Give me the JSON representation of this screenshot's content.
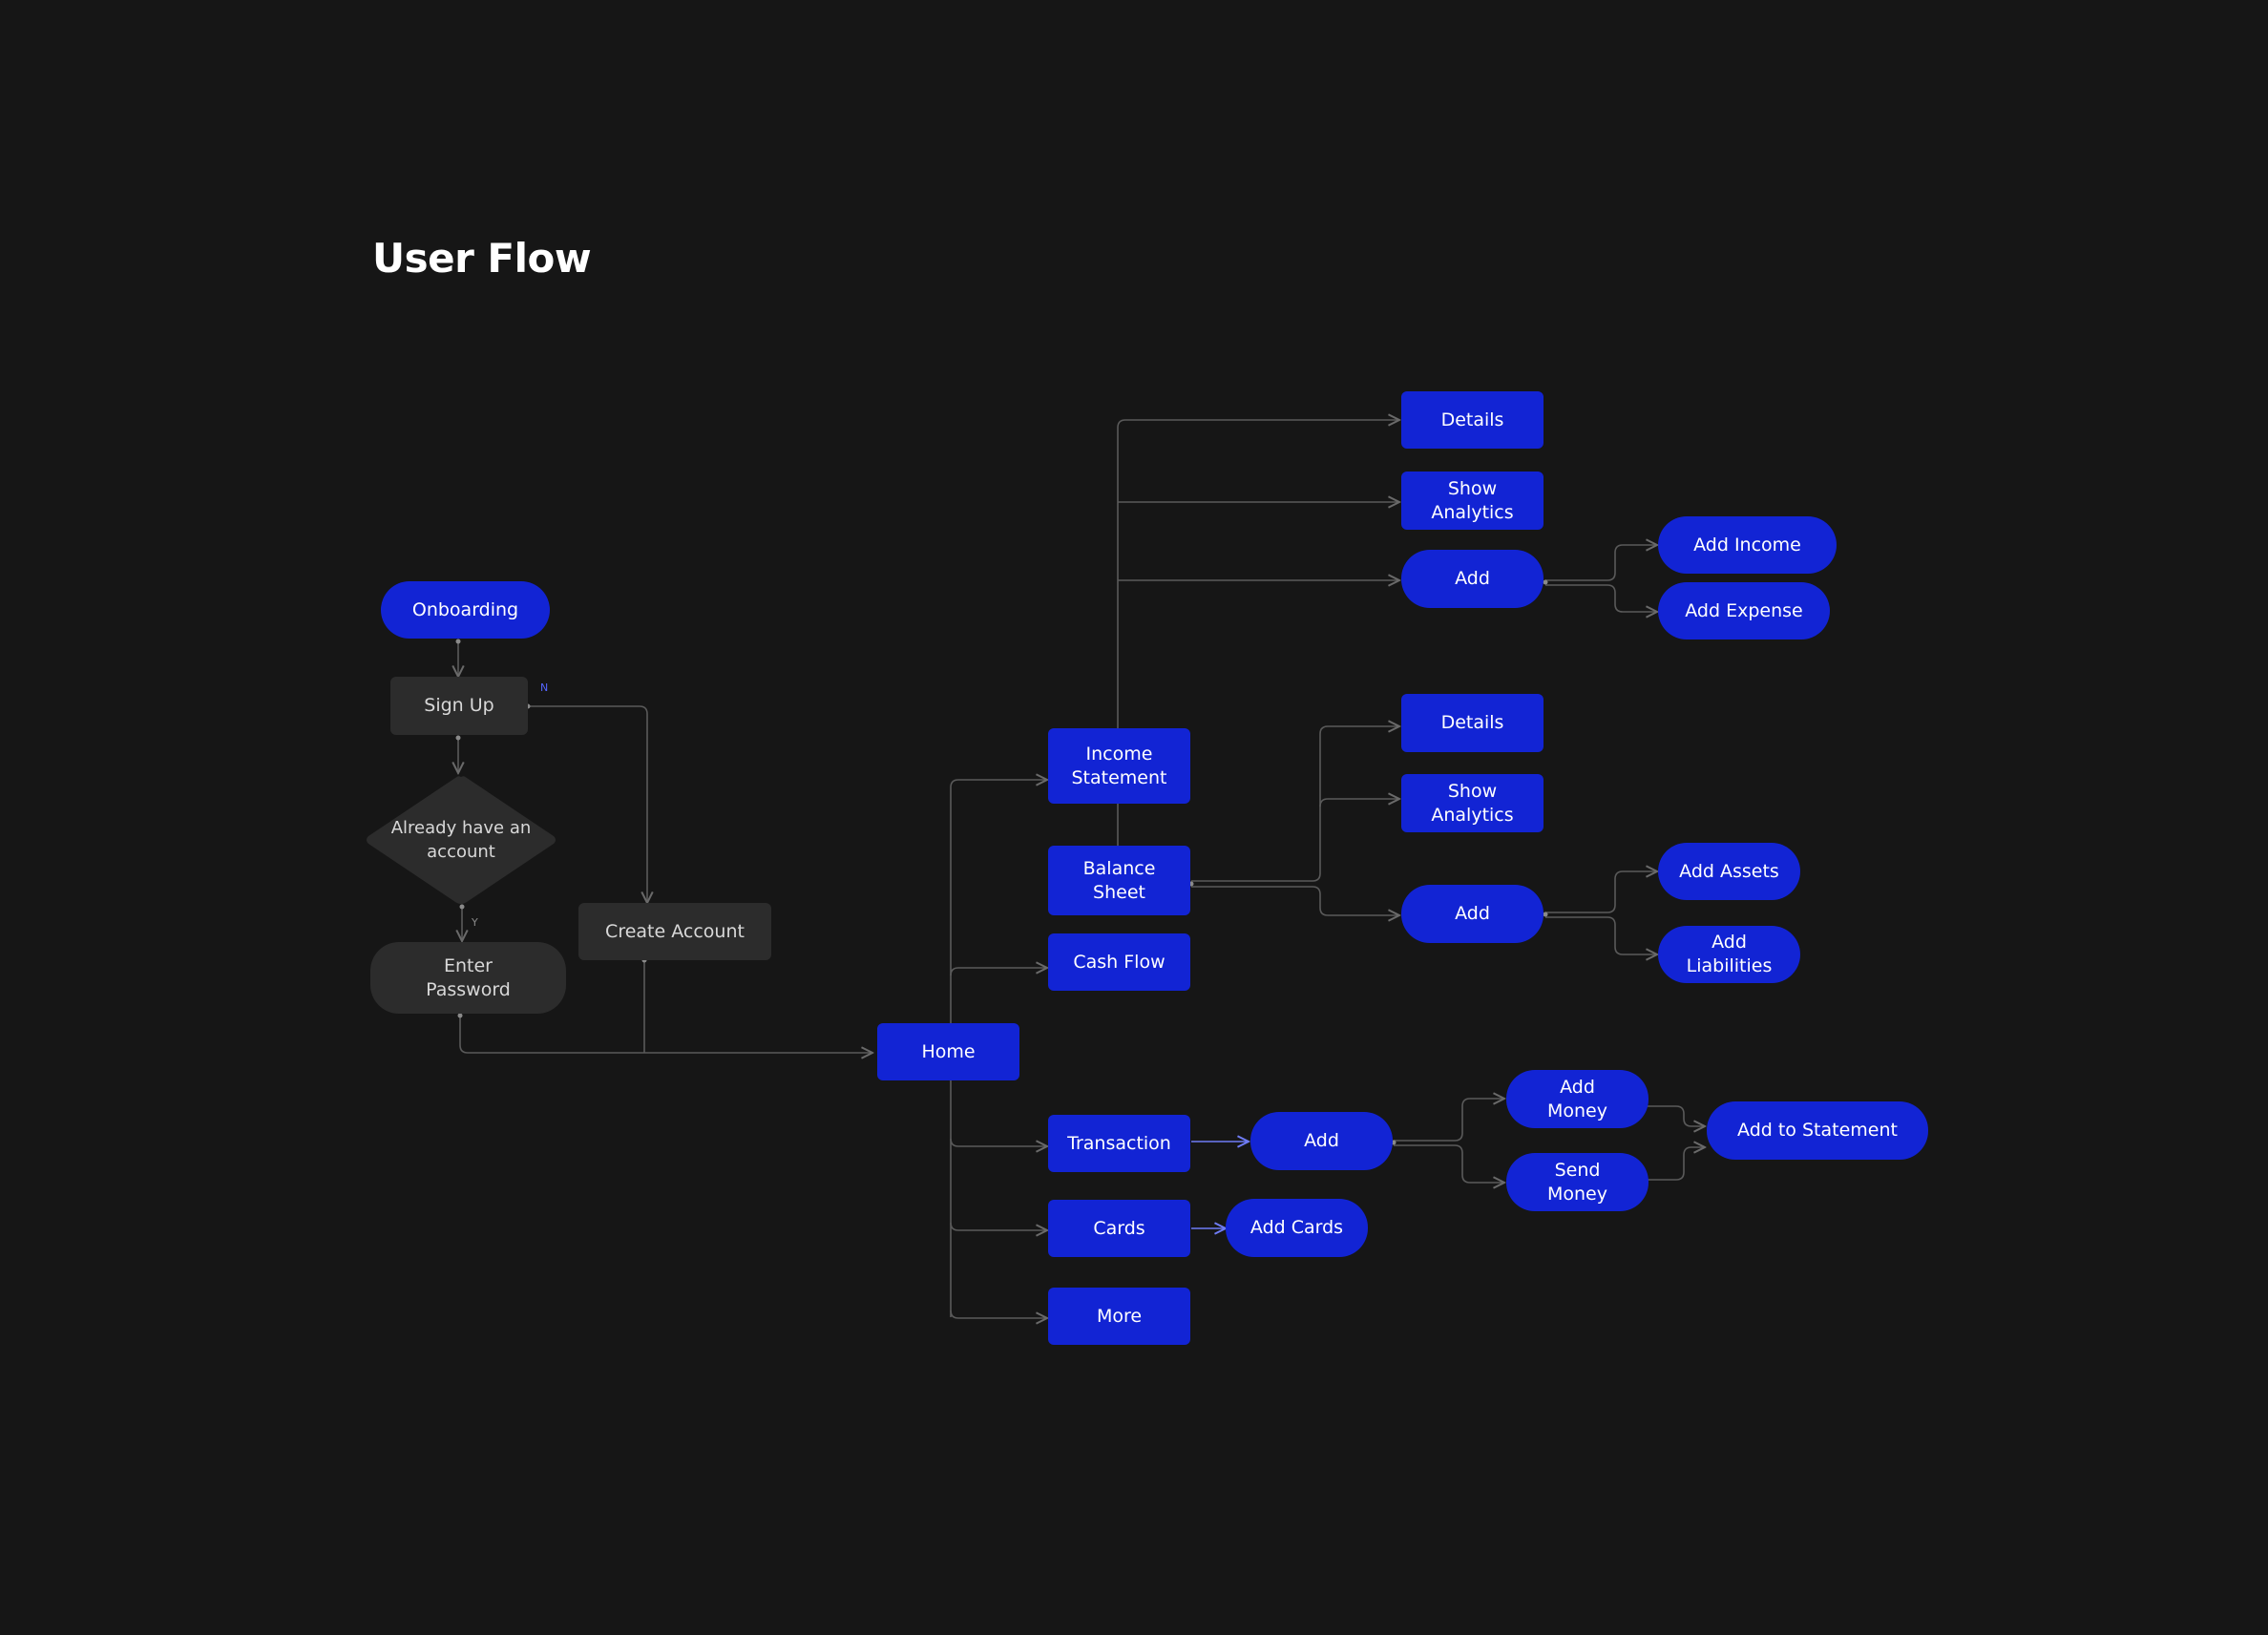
{
  "title": "User Flow",
  "colors": {
    "background": "#161616",
    "node_blue": "#1224d4",
    "node_dark": "#2c2c2c",
    "connector": "#5a5a5a",
    "connector_blue": "#6f7cf5",
    "tag_color": "#5566ff"
  },
  "branch_labels": {
    "no": "N",
    "yes": "Y"
  },
  "nodes": {
    "onboarding": "Onboarding",
    "sign_up": "Sign Up",
    "already_have_account": "Already have an\naccount",
    "enter_password": "Enter\nPassword",
    "create_account": "Create Account",
    "home": "Home",
    "income_statement": "Income\nStatement",
    "balance_sheet": "Balance\nSheet",
    "cash_flow": "Cash Flow",
    "transaction": "Transaction",
    "cards": "Cards",
    "more": "More",
    "is_details": "Details",
    "is_show_analytics": "Show\nAnalytics",
    "is_add": "Add",
    "add_income": "Add Income",
    "add_expense": "Add Expense",
    "bs_details": "Details",
    "bs_show_analytics": "Show\nAnalytics",
    "bs_add": "Add",
    "add_assets": "Add Assets",
    "add_liabilities": "Add\nLiabilities",
    "tx_add": "Add",
    "add_money": "Add\nMoney",
    "send_money": "Send\nMoney",
    "add_to_statement": "Add to Statement",
    "add_cards": "Add Cards"
  }
}
